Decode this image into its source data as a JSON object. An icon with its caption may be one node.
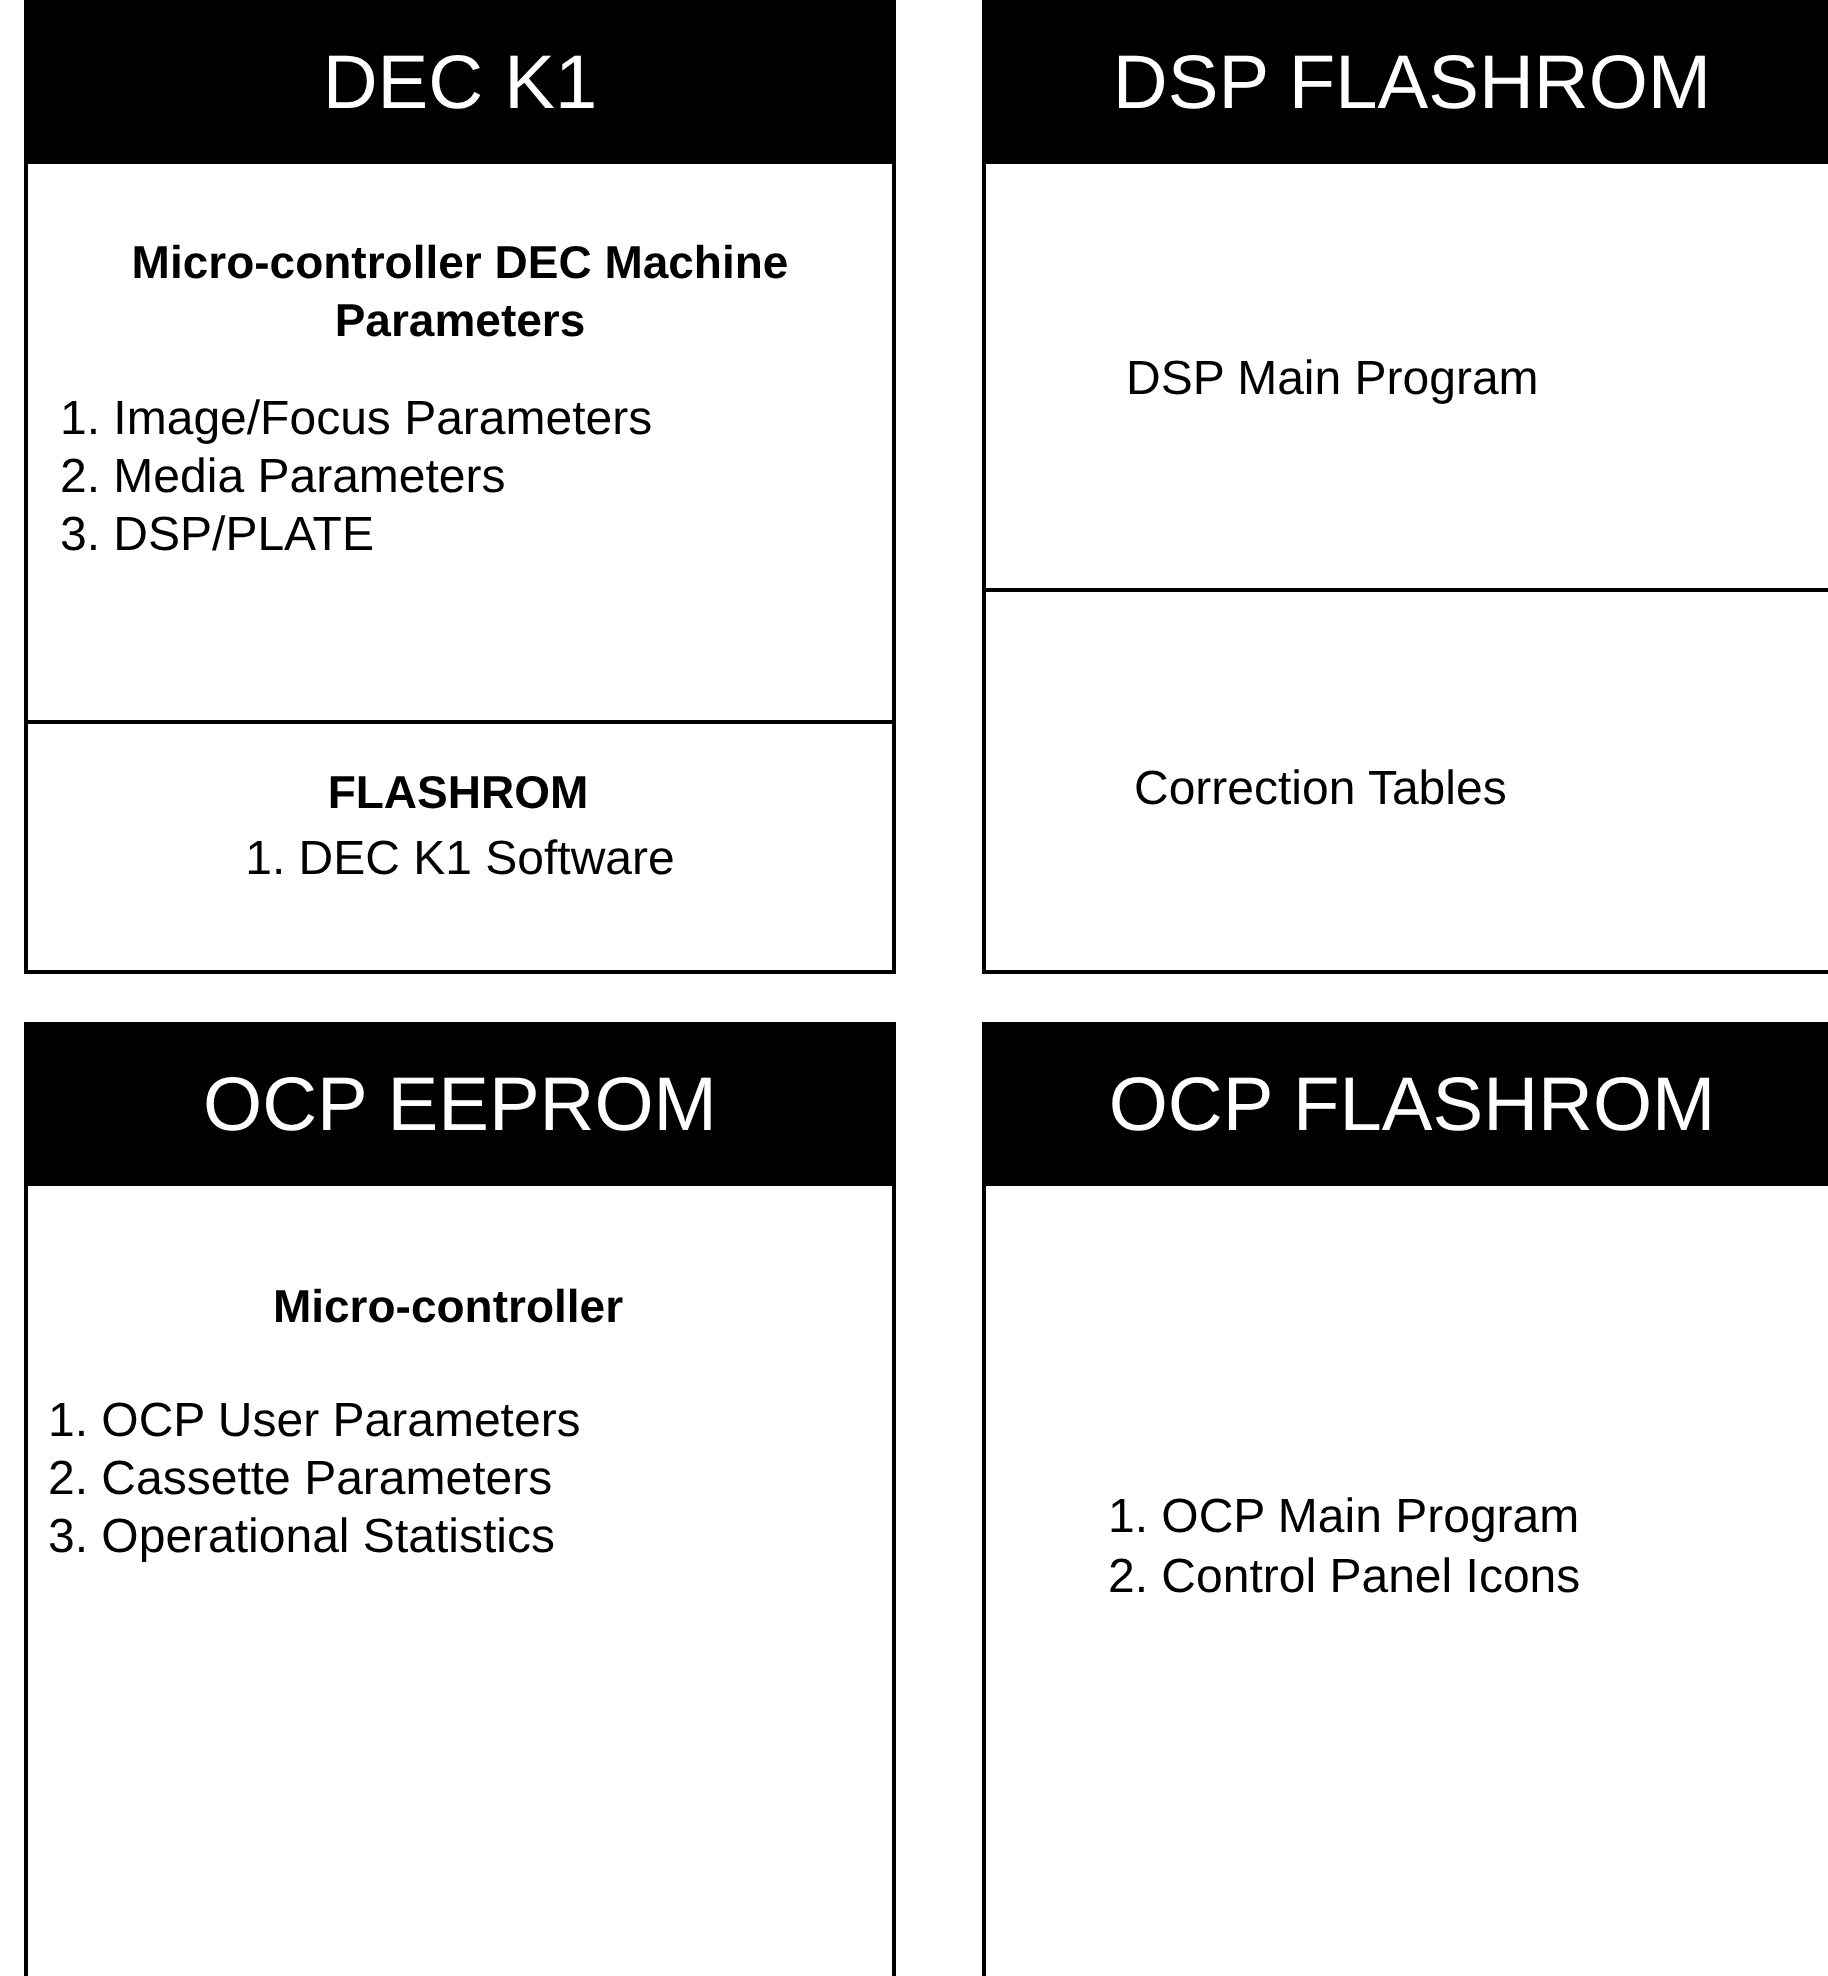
{
  "diagram": {
    "nodes": [
      {
        "text": [
          "DEC K1"
        ]
      },
      {
        "text": [
          "Micro-controller DEC Machine Parameters",
          "1. Image/Focus Parameters",
          "2. Media Parameters",
          "3. DSP/PLATE"
        ],
        "in": 0
      },
      {
        "text": [
          "FLASHROM",
          "1. DEC K1 Software"
        ],
        "in": 0
      },
      {
        "text": [
          "DSP FLASHROM"
        ]
      },
      {
        "text": [
          "DSP Main Program"
        ],
        "in": 3
      },
      {
        "text": [
          "Correction Tables"
        ],
        "in": 3
      },
      {
        "text": [
          "OCP EEPROM"
        ]
      },
      {
        "text": [
          "Micro-controller",
          "1. OCP User Parameters",
          "2. Cassette Parameters",
          "3. Operational Statistics"
        ],
        "in": 6
      },
      {
        "text": [
          "OCP FLASHROM"
        ]
      },
      {
        "text": [
          "1. OCP Main Program",
          "2. Control Panel Icons"
        ],
        "in": 8
      }
    ]
  }
}
